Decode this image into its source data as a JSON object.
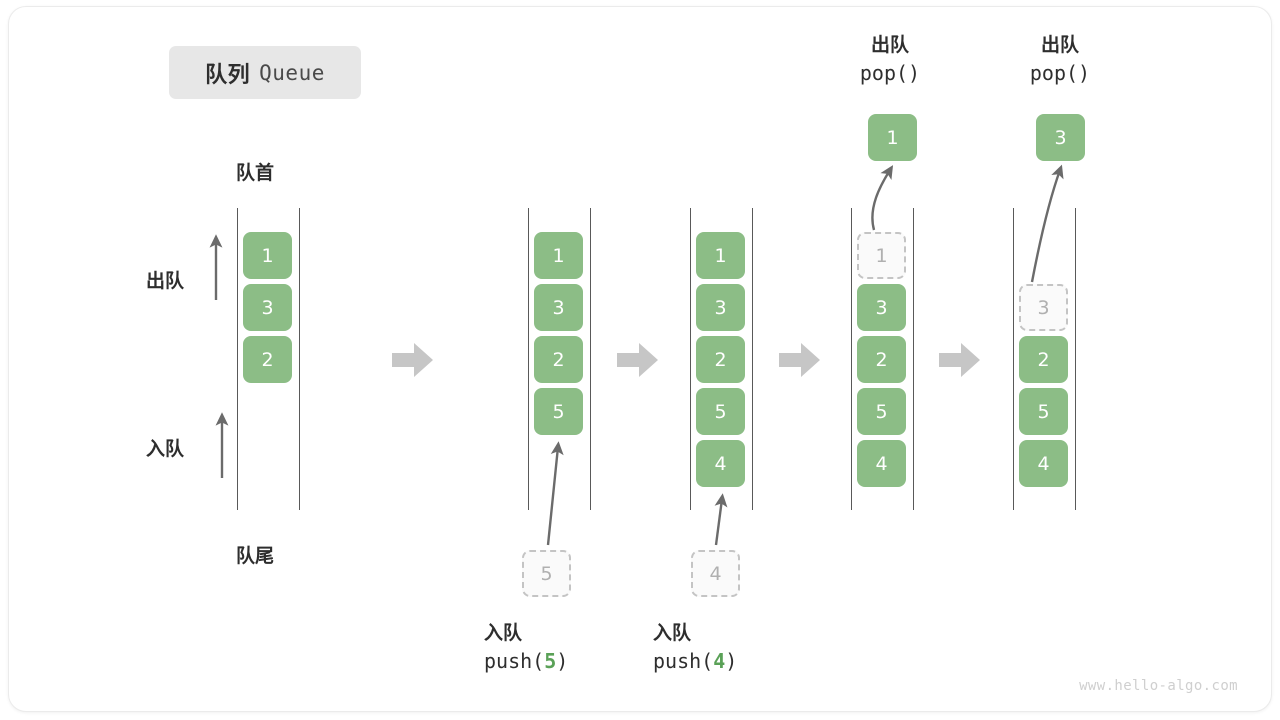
{
  "title": {
    "cn": "队列",
    "en": "Queue"
  },
  "labels": {
    "head": "队首",
    "tail": "队尾",
    "dequeue": "出队",
    "enqueue": "入队"
  },
  "watermark": "www.hello-algo.com",
  "icons": {
    "step_arrow": "right-block-arrow",
    "up_arrow": "up-arrow"
  },
  "colors": {
    "cell_fill": "#8cbd86",
    "cell_text": "#ffffff",
    "ghost_fill": "#fafafa",
    "ghost_border": "#c4c4c4",
    "ghost_text": "#b0b0b0",
    "rail": "#595959",
    "accent": "#5aa157",
    "step_arrow": "#c6c6c6",
    "badge_bg": "#e7e7e7"
  },
  "columns": [
    {
      "id": "initial",
      "cells": [
        {
          "value": "1",
          "state": "filled"
        },
        {
          "value": "3",
          "state": "filled"
        },
        {
          "value": "2",
          "state": "filled"
        }
      ]
    },
    {
      "id": "after-push-5",
      "cells": [
        {
          "value": "1",
          "state": "filled"
        },
        {
          "value": "3",
          "state": "filled"
        },
        {
          "value": "2",
          "state": "filled"
        },
        {
          "value": "5",
          "state": "filled"
        }
      ]
    },
    {
      "id": "after-push-4",
      "cells": [
        {
          "value": "1",
          "state": "filled"
        },
        {
          "value": "3",
          "state": "filled"
        },
        {
          "value": "2",
          "state": "filled"
        },
        {
          "value": "5",
          "state": "filled"
        },
        {
          "value": "4",
          "state": "filled"
        }
      ]
    },
    {
      "id": "pop-1",
      "cells": [
        {
          "value": "1",
          "state": "ghost"
        },
        {
          "value": "3",
          "state": "filled"
        },
        {
          "value": "2",
          "state": "filled"
        },
        {
          "value": "5",
          "state": "filled"
        },
        {
          "value": "4",
          "state": "filled"
        }
      ]
    },
    {
      "id": "pop-3",
      "cells": [
        {
          "value": "",
          "state": "empty"
        },
        {
          "value": "3",
          "state": "ghost"
        },
        {
          "value": "2",
          "state": "filled"
        },
        {
          "value": "5",
          "state": "filled"
        },
        {
          "value": "4",
          "state": "filled"
        }
      ]
    }
  ],
  "operations": {
    "push_5": {
      "cn": "入队",
      "code_prefix": "push(",
      "code_value": "5",
      "code_suffix": ")",
      "ghost_value": "5"
    },
    "push_4": {
      "cn": "入队",
      "code_prefix": "push(",
      "code_value": "4",
      "code_suffix": ")",
      "ghost_value": "4"
    },
    "pop_1": {
      "cn": "出队",
      "code": "pop()",
      "result_value": "1"
    },
    "pop_3": {
      "cn": "出队",
      "code": "pop()",
      "result_value": "3"
    }
  }
}
